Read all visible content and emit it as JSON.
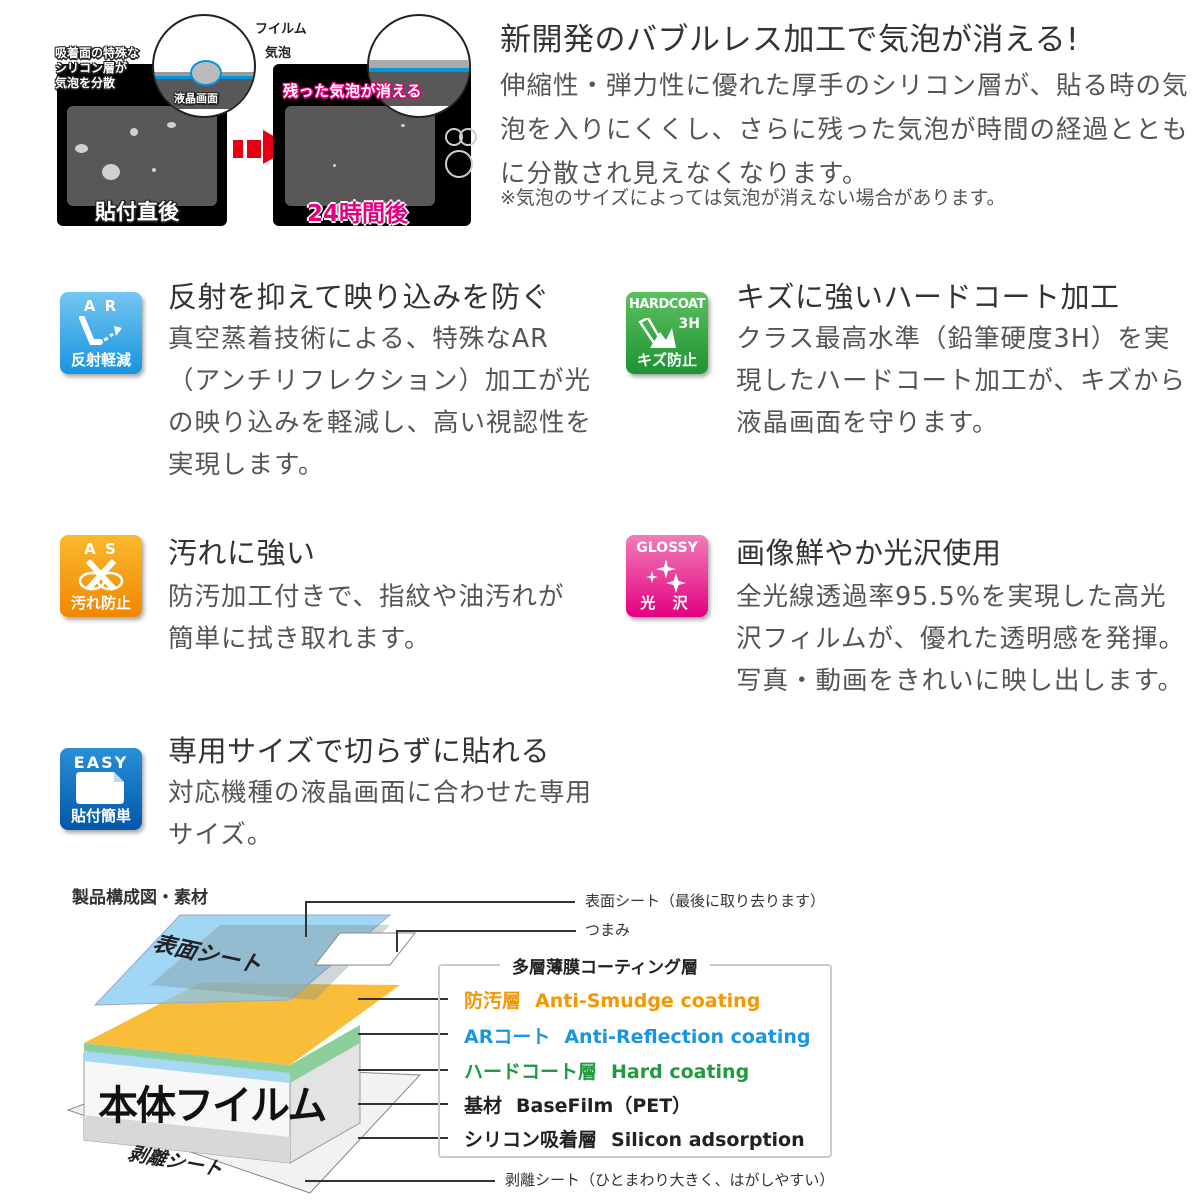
{
  "illustration": {
    "left_panel": {
      "caption": "貼付直後",
      "note_lines": [
        "吸着面の特殊な",
        "シリコン層が",
        "気泡を分散"
      ],
      "magnifier_labels": {
        "film": "フイルム",
        "bubble": "気泡",
        "screen": "液晶画面"
      }
    },
    "right_panel": {
      "caption": "24時間後",
      "banner": "残った気泡が消える"
    },
    "arrow_color": "#e60012",
    "accent_pink": "#e4007f"
  },
  "intro": {
    "title": "新開発のバブルレス加工で気泡が消える!",
    "body": "伸縮性・弾力性に優れた厚手のシリコン層が、貼る時の気泡を入りにくくし、さらに残った気泡が時間の経過とともに分散され見えなくなります。",
    "note": "※気泡のサイズによっては気泡が消えない場合があります。"
  },
  "features": [
    {
      "badge": {
        "top": "A R",
        "bottom": "反射軽減",
        "icon": "reflection-arrow-icon",
        "color": "#1ea0e6"
      },
      "title": "反射を抑えて映り込みを防ぐ",
      "body": "真空蒸着技術による、特殊なAR（アンチリフレクション）加工が光の映り込みを軽減し、高い視認性を実現します。"
    },
    {
      "badge": {
        "top": "HARDCOAT",
        "sub": "3H",
        "bottom": "キズ防止",
        "icon": "pencil-scratch-icon",
        "color": "#2fa23a"
      },
      "title": "キズに強いハードコート加工",
      "body": "クラス最高水準（鉛筆硬度3H）を実現したハードコート加工が、キズから液晶画面を守ります。"
    },
    {
      "badge": {
        "top": "A S",
        "bottom": "汚れ防止",
        "icon": "fingerprint-cross-icon",
        "color": "#f39800"
      },
      "title": "汚れに強い",
      "body": "防汚加工付きで、指紋や油汚れが簡単に拭き取れます。"
    },
    {
      "badge": {
        "top": "GLOSSY",
        "bottom": "光 沢",
        "icon": "sparkle-icon",
        "color": "#e8388a"
      },
      "title": "画像鮮やか光沢使用",
      "body": "全光線透過率95.5%を実現した高光沢フィルムが、優れた透明感を発揮。写真・動画をきれいに映し出します。"
    },
    {
      "badge": {
        "top": "EASY",
        "bottom": "貼付簡単",
        "icon": "sheet-icon",
        "color": "#0068b7"
      },
      "title": "専用サイズで切らずに貼れる",
      "body": "対応機種の液晶画面に合わせた専用サイズ。"
    }
  ],
  "diagram": {
    "title": "製品構成図・素材",
    "sheet_labels": {
      "surface": "表面シート",
      "body": "本体フイルム",
      "release": "剥離シート"
    },
    "callouts": {
      "surface": "表面シート（最後に取り去ります）",
      "tab": "つまみ",
      "release": "剥離シート（ひとまわり大きく、はがしやすい）"
    },
    "legend": {
      "title": "多層薄膜コーティング層",
      "rows": [
        {
          "jp": "防汚層",
          "en": "Anti-Smudge coating",
          "color": "#f39800"
        },
        {
          "jp": "ARコート",
          "en": "Anti-Reflection coating",
          "color": "#1a96e0"
        },
        {
          "jp": "ハードコート層",
          "en": "Hard coating",
          "color": "#1f9a3e"
        },
        {
          "jp": "基材",
          "en": "BaseFilm（PET）",
          "color": "#222222"
        },
        {
          "jp": "シリコン吸着層",
          "en": "Silicon adsorption",
          "color": "#222222"
        }
      ]
    }
  }
}
